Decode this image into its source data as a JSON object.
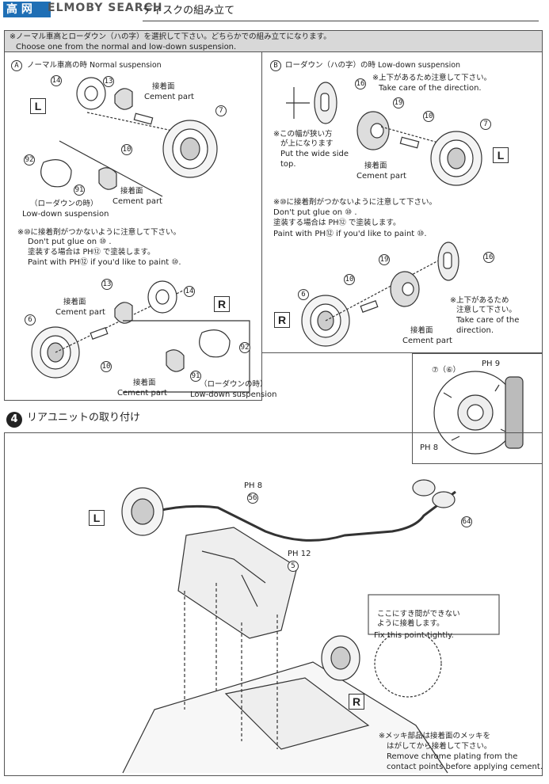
{
  "header": {
    "watermark": "ELMOBY SEARCH",
    "site_logo": "高 网",
    "step_title": "ディスクの組み立て"
  },
  "note_bar": {
    "jp": "※ノーマル車高とローダウン（ハの字）を選択して下さい。どちらかでの組み立てになります。",
    "en": "Choose one from the normal and low-down suspension."
  },
  "panel_a": {
    "badge": "A",
    "title": "ノーマル車高の時 Normal suspension",
    "cement_jp": "接着面",
    "cement_en": "Cement part",
    "lowdown_jp": "（ローダウンの時）",
    "lowdown_en": "Low-down suspension",
    "glue_note_jp": "※⑩に接着剤がつかないように注意して下さい。",
    "glue_note_en": "Don't put glue on ⑩ .",
    "paint_note_jp": "塗装する場合は PH⑫ で塗装します。",
    "paint_note_en": "Paint with PH⑫ if you'd like to paint ⑩.",
    "L": "L",
    "R": "R",
    "parts": [
      "14",
      "13",
      "7",
      "10",
      "92",
      "91",
      "13",
      "14",
      "6",
      "10",
      "92",
      "91"
    ]
  },
  "panel_b": {
    "badge": "B",
    "title": "ローダウン（ハの字）の時 Low-down suspension",
    "direction_jp": "※上下があるため注意して下さい。",
    "direction_en": "Take care of the direction.",
    "wide_jp1": "※この幅が狭い方",
    "wide_jp2": "が上になります",
    "wide_en1": "Put the wide side",
    "wide_en2": "top.",
    "cement_jp": "接着面",
    "cement_en": "Cement part",
    "glue_note_jp": "※⑩に接着剤がつかないように注意して下さい。",
    "glue_note_en": "Don't put glue on ⑩ .",
    "paint_note_jp": "塗装する場合は PH⑫ で塗装します。",
    "paint_note_en": "Paint with PH⑫ if you'd like to paint ⑩.",
    "direction2_jp1": "※上下があるため",
    "direction2_jp2": "注意して下さい。",
    "direction2_en1": "Take care of the",
    "direction2_en2": "direction.",
    "L": "L",
    "R": "R",
    "parts": [
      "16",
      "19",
      "10",
      "7",
      "19",
      "10",
      "16",
      "6"
    ]
  },
  "disc_panel": {
    "part_label": "⑦（⑥）",
    "color_top": "PH 9",
    "color_bottom": "PH 8"
  },
  "step4": {
    "number": "4",
    "title": "リアユニットの取り付け",
    "color_56": "PH 8",
    "part_56": "56",
    "color_5": "PH 12",
    "part_5": "5",
    "part_64": "64",
    "L": "L",
    "R": "R",
    "fix_jp1": "ここにすき間ができない",
    "fix_jp2": "ように接着します。",
    "fix_en": "Fix this point tightly.",
    "chrome_jp1": "※メッキ部品は接着面のメッキを",
    "chrome_jp2": "はがしてから接着して下さい。",
    "chrome_en1": "Remove chrome plating from the",
    "chrome_en2": "contact points before applying cement."
  }
}
